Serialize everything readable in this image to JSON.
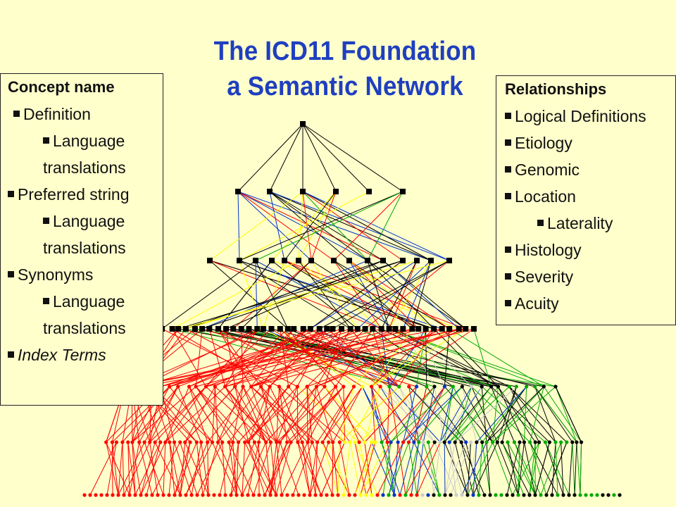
{
  "title": {
    "line1": "The ICD11 Foundation",
    "line2": "a  Semantic Network"
  },
  "concept_box": {
    "heading": "Concept name",
    "items": [
      "Definition",
      "Language",
      "translations",
      "Preferred string",
      "Language",
      "translations",
      "Synonyms",
      "Language",
      "translations",
      "Index Terms"
    ]
  },
  "relationships_box": {
    "heading": "Relationships",
    "items": [
      "Logical Definitions",
      "Etiology",
      "Genomic",
      "Location",
      "Laterality",
      "Histology",
      "Severity",
      "Acuity"
    ]
  },
  "colors": {
    "background": "#ffffcc",
    "title": "#1f3fbf",
    "edge_palette": [
      "#000000",
      "#ff0000",
      "#ffff00",
      "#0033cc",
      "#00aa00",
      "#cccccc"
    ]
  }
}
